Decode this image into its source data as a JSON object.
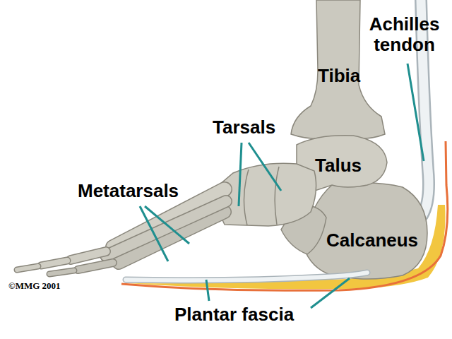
{
  "diagram": {
    "labels": [
      "Achilles tendon",
      "Tibia",
      "Tarsals",
      "Talus",
      "Metatarsals",
      "Calcaneus",
      "©MMG 2001",
      "Plantar fascia"
    ]
  }
}
